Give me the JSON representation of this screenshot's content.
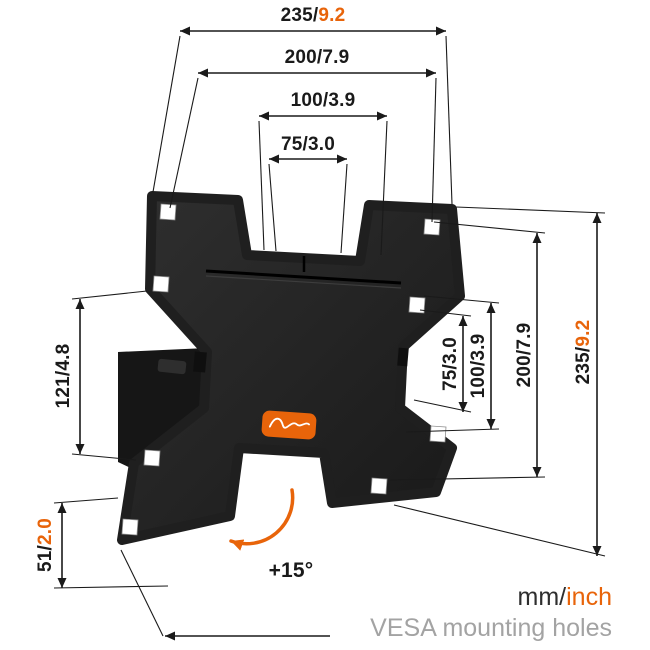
{
  "colors": {
    "accent": "#E8640A",
    "line": "#1A1A1A",
    "plate": "#242424",
    "muted": "#A3A3A3",
    "hole": "#FFFFFF"
  },
  "labels": {
    "dim_top_overall": {
      "black": "235/",
      "accent": "9.2"
    },
    "dim_top_200": {
      "black": "200/7.9"
    },
    "dim_top_100": {
      "black": "100/3.9"
    },
    "dim_top_75": {
      "black": "75/3.0"
    },
    "dim_right_75": {
      "black": "75/3.0"
    },
    "dim_right_100": {
      "black": "100/3.9"
    },
    "dim_right_200": {
      "black": "200/7.9"
    },
    "dim_right_overall": {
      "black": "235/",
      "accent": "9.2"
    },
    "dim_left_height": {
      "black": "121/4.8"
    },
    "dim_left_depth": {
      "black": "51/",
      "accent": "2.0"
    },
    "tilt_angle": "+15°",
    "units": {
      "black": "mm/",
      "accent": "inch"
    },
    "caption": "VESA mounting holes"
  }
}
